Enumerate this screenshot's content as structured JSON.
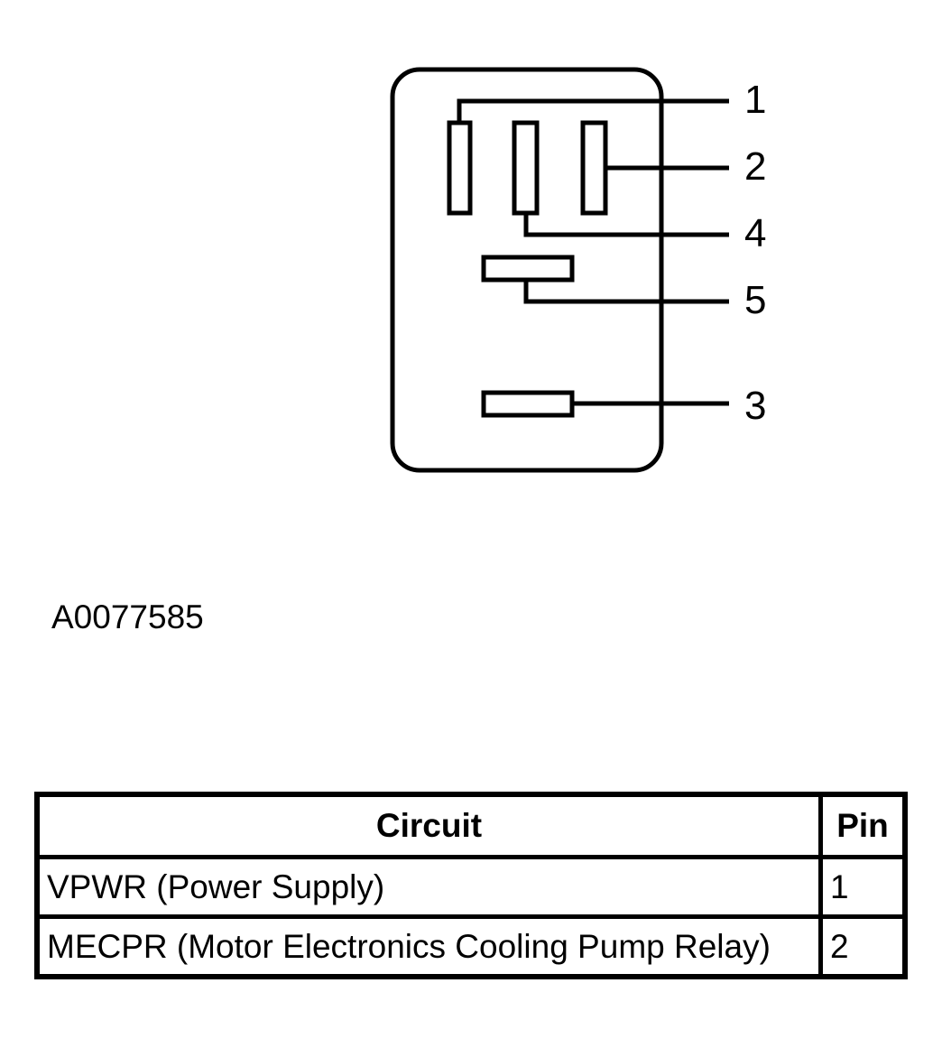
{
  "connector": {
    "pin_labels": [
      "1",
      "2",
      "4",
      "5",
      "3"
    ]
  },
  "figure_id": "A0077585",
  "table": {
    "headers": {
      "circuit": "Circuit",
      "pin": "Pin"
    },
    "rows": [
      {
        "circuit": "VPWR (Power Supply)",
        "pin": "1"
      },
      {
        "circuit": "MECPR (Motor Electronics Cooling Pump Relay)",
        "pin": "2"
      }
    ]
  }
}
